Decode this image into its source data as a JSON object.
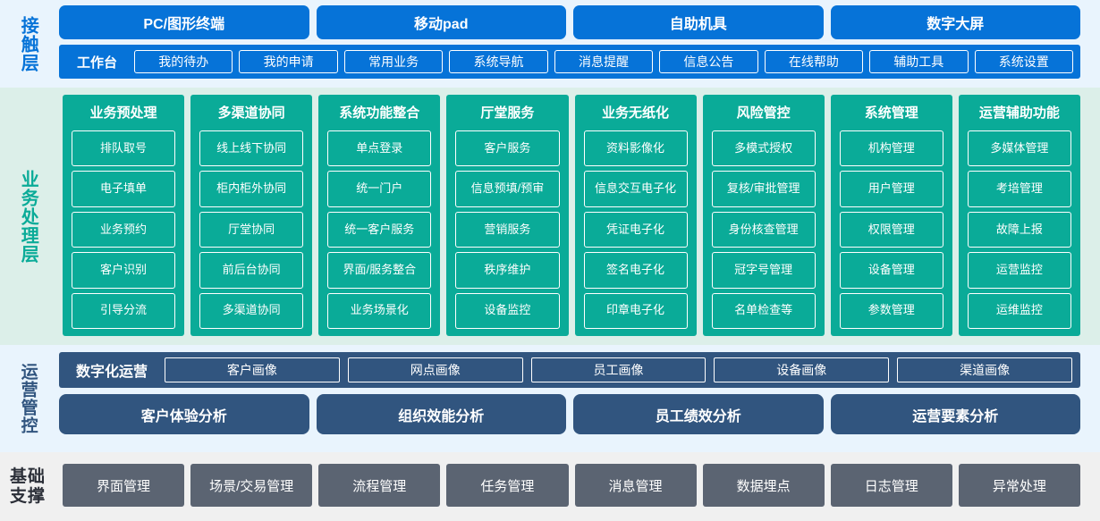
{
  "layers": {
    "contact": {
      "label": "接触层",
      "accent": "#0673d8",
      "channels": [
        "PC/图形终端",
        "移动pad",
        "自助机具",
        "数字大屏"
      ],
      "workbench_title": "工作台",
      "workbench_items": [
        "我的待办",
        "我的申请",
        "常用业务",
        "系统导航",
        "消息提醒",
        "信息公告",
        "在线帮助",
        "辅助工具",
        "系统设置"
      ]
    },
    "business": {
      "label": "业务处理层",
      "accent": "#0aab98",
      "columns": [
        {
          "title": "业务预处理",
          "items": [
            "排队取号",
            "电子填单",
            "业务预约",
            "客户识别",
            "引导分流"
          ]
        },
        {
          "title": "多渠道协同",
          "items": [
            "线上线下协同",
            "柜内柜外协同",
            "厅堂协同",
            "前后台协同",
            "多渠道协同"
          ]
        },
        {
          "title": "系统功能整合",
          "items": [
            "单点登录",
            "统一门户",
            "统一客户服务",
            "界面/服务整合",
            "业务场景化"
          ]
        },
        {
          "title": "厅堂服务",
          "items": [
            "客户服务",
            "信息预填/预审",
            "营销服务",
            "秩序维护",
            "设备监控"
          ]
        },
        {
          "title": "业务无纸化",
          "items": [
            "资料影像化",
            "信息交互电子化",
            "凭证电子化",
            "签名电子化",
            "印章电子化"
          ]
        },
        {
          "title": "风险管控",
          "items": [
            "多模式授权",
            "复核/审批管理",
            "身份核查管理",
            "冠字号管理",
            "名单检查等"
          ]
        },
        {
          "title": "系统管理",
          "items": [
            "机构管理",
            "用户管理",
            "权限管理",
            "设备管理",
            "参数管理"
          ]
        },
        {
          "title": "运营辅助功能",
          "items": [
            "多媒体管理",
            "考培管理",
            "故障上报",
            "运营监控",
            "运维监控"
          ]
        }
      ]
    },
    "operation": {
      "label": "运营管控",
      "accent": "#31557f",
      "digital_title": "数字化运营",
      "digital_items": [
        "客户画像",
        "网点画像",
        "员工画像",
        "设备画像",
        "渠道画像"
      ],
      "analysis_items": [
        "客户体验分析",
        "组织效能分析",
        "员工绩效分析",
        "运营要素分析"
      ]
    },
    "base": {
      "label_line1": "基础",
      "label_line2": "支撑",
      "accent": "#5b6472",
      "items": [
        "界面管理",
        "场景/交易管理",
        "流程管理",
        "任务管理",
        "消息管理",
        "数据埋点",
        "日志管理",
        "异常处理"
      ]
    }
  }
}
